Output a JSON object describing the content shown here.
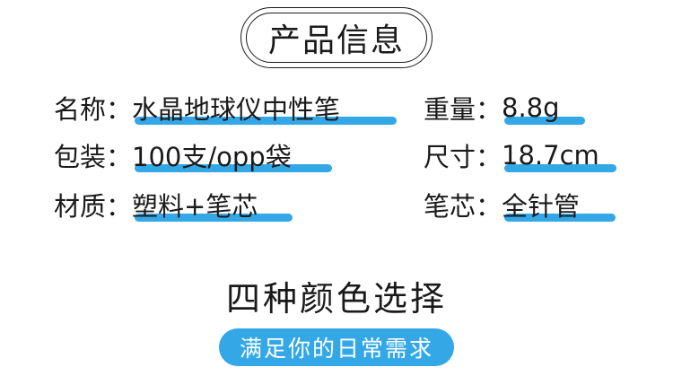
{
  "header": {
    "title": "产品信息"
  },
  "specs": {
    "left": [
      {
        "label": "名称：",
        "value": "水晶地球仪中性笔"
      },
      {
        "label": "包装：",
        "value": "100支/opp袋"
      },
      {
        "label": "材质：",
        "value": "塑料+笔芯"
      }
    ],
    "right": [
      {
        "label": "重量：",
        "value": "8.8g"
      },
      {
        "label": "尺寸：",
        "value": "18.7cm"
      },
      {
        "label": "笔芯：",
        "value": "全针管"
      }
    ]
  },
  "section": {
    "title": "四种颜色选择",
    "tagline": "满足你的日常需求"
  },
  "colors": {
    "accent": "#34a7e6",
    "text": "#1a1a1a",
    "background": "#ffffff"
  }
}
